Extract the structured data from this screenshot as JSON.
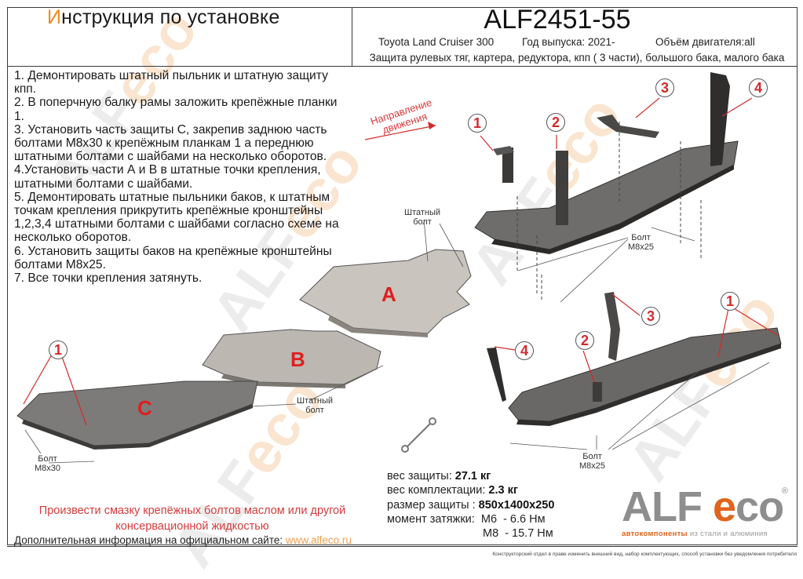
{
  "header": {
    "title_first_letter": "И",
    "title_rest": "нструкция по установке",
    "product_code": "ALF2451-55",
    "car_model": "Toyota Land Cruiser 300",
    "year": "Год выпуска: 2021-",
    "engine": "Объём двигателя:all",
    "description": "Защита рулевых тяг, картера, редуктора, кпп ( 3 части), большого бака, малого бака"
  },
  "steps": [
    "1.  Демонтировать штатный пыльник и штатную защиту кпп.",
    "2.  В поперчную балку рамы заложить крепёжные планки 1.",
    "3.  Установить часть защиты С, закрепив заднюю часть болтами М8х30 к крепёжным планкам 1 а переднюю штатными болтами с шайбами на несколько оборотов.",
    "4.Установить части А и В в штатные точки крепления, штатными болтами с шайбами.",
    "5. Демонтировать штатные пыльники баков, к штатным точкам крепления прикрутить крепёжные кронштейны 1,2,3,4 штатными болтами с шайбами согласно схеме на несколько оборотов.",
    "6. Установить защиты баков на крепёжные кронштейны болтами М8х25.",
    "7. Все точки крепления затянуть."
  ],
  "diagram": {
    "direction_label_line1": "Направление",
    "direction_label_line2": "движения",
    "callouts": [
      "1",
      "2",
      "3",
      "4"
    ],
    "parts": [
      "A",
      "B",
      "C"
    ],
    "std_bolt_line1": "Штатный",
    "std_bolt_line2": "болт",
    "bolt_label": "Болт",
    "bolt_m8x25": "М8х25",
    "bolt_m8x30": "М8х30",
    "tool_icon": "wrench-icon"
  },
  "specs": {
    "weight_label": "вес защиты: ",
    "weight_value": "27.1 кг",
    "kit_weight_label": "вес комплектации: ",
    "kit_weight_value": "2.3 кг",
    "size_label": "размер защиты : ",
    "size_value": "850х1400х250",
    "torque_label": "момент затяжки:",
    "torque_m6": "М6  - 6.6 Нм",
    "torque_m8": "М8  - 15.7 Нм"
  },
  "footer": {
    "warning_line1": "Произвести смазку крепёжных болтов маслом или другой",
    "warning_line2": "консервационной жидкостью",
    "info_text": "Дополнительная информация на официальном сайте: ",
    "info_url": "www.alfeco.ru",
    "disclaimer": "Конструкторский отдел в праве изменить внешний вид, набор комплектующих, способ установки без уведомления потребителя"
  },
  "logo": {
    "alf": "ALF",
    "e": "e",
    "co": "co",
    "registered": "®",
    "sub_orange": "автокомпоненты",
    "sub_gray": " из стали и алюминия"
  },
  "colors": {
    "accent_orange": "#e0641c",
    "callout_red": "#d42a2a",
    "part_letter_red": "#e01e1e",
    "logo_gray": "#8e8e8e"
  }
}
